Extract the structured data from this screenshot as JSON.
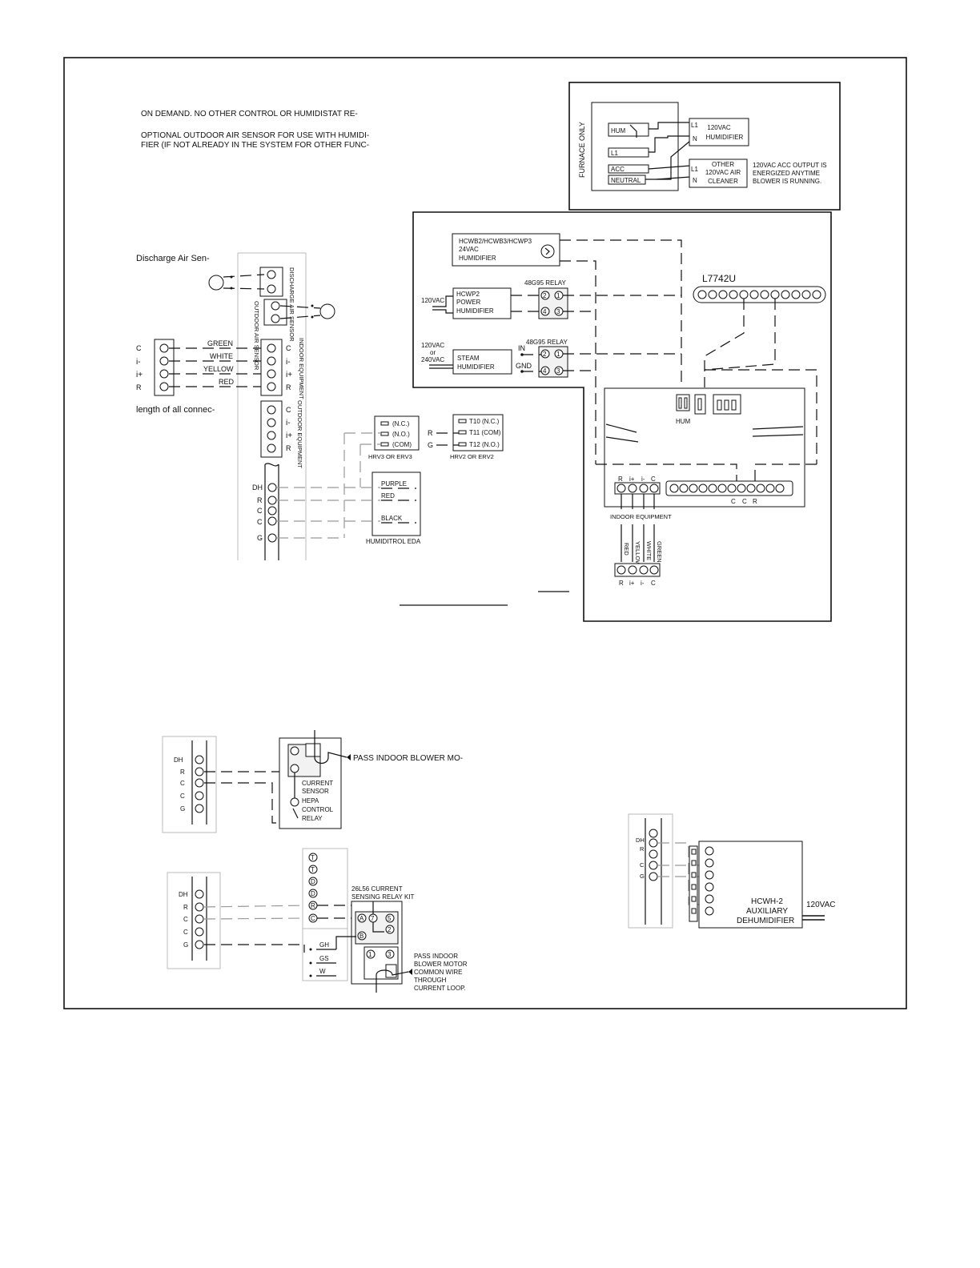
{
  "notes": {
    "line1": "ON DEMAND. NO OTHER CONTROL OR HUMIDISTAT RE-",
    "line2": "OPTIONAL OUTDOOR AIR SENSOR FOR USE WITH HUMIDI-",
    "line3": "FIER (IF NOT ALREADY IN THE SYSTEM FOR OTHER FUNC-",
    "discharge_air": "Discharge Air Sen-",
    "length_note": "length of all connec-"
  },
  "furnace_box": {
    "side_label": "FURNACE ONLY",
    "terms": [
      "HUM",
      "L1",
      "ACC",
      "NEUTRAL"
    ],
    "humidifier_l1": "L1",
    "humidifier_n": "N",
    "humidifier_line1": "120VAC",
    "humidifier_line2": "HUMIDIFIER",
    "cleaner_l1": "L1",
    "cleaner_n": "N",
    "cleaner_line1": "OTHER",
    "cleaner_line2": "120VAC AIR",
    "cleaner_line3": "CLEANER",
    "note_line1": "120VAC  ACC  OUTPUT IS",
    "note_line2": "ENERGIZED ANYTIME",
    "note_line3": "BLOWER IS RUNNING."
  },
  "hum_panel": {
    "hcwb_line1": "HCWB2/HCWB3/HCWP3",
    "hcwb_line2": "24VAC",
    "hcwb_line3": "HUMIDIFIER",
    "relay1": "48G95 RELAY",
    "relay2": "48G95 RELAY",
    "vac_power": "120VAC",
    "hcwp2_line1": "HCWP2",
    "hcwp2_line2": "POWER",
    "hcwp2_line3": "HUMIDIFIER",
    "steam_vac1": "120VAC",
    "steam_vac2": "or",
    "steam_vac3": "240VAC",
    "steam_line1": "STEAM",
    "steam_line2": "HUMIDIFIER",
    "in_label": "IN",
    "gnd_label": "GND",
    "relay_nums": [
      "2",
      "1",
      "4",
      "3"
    ],
    "model": "L7742U",
    "hum_label": "HUM",
    "board_terms": [
      "R",
      "i+",
      "i-",
      "C"
    ],
    "ccr": [
      "C",
      "C",
      "R"
    ],
    "indoor_equipment": "INDOOR  EQUIPMENT",
    "wire_colors": [
      "RED",
      "YELLOW",
      "WHITE",
      "GREEN"
    ],
    "bottom_terms": [
      "R",
      "i+",
      "i-",
      "C"
    ]
  },
  "sensor_panel": {
    "discharge_label": "DISCHARGE AIR SENSOR",
    "outdoor_label": "OUTDOOR AIR SENSOR",
    "indoor_equipment": "INDOOR EQUIPMENT",
    "outdoor_equipment": "OUTDOOR EQUIPMENT",
    "left_terms": [
      "C",
      "i-",
      "i+",
      "R"
    ],
    "wire_colors": [
      "GREEN",
      "WHITE",
      "YELLOW",
      "RED"
    ],
    "indoor_terms": [
      "C",
      "i-",
      "i+",
      "R"
    ],
    "outdoor_terms": [
      "C",
      "i-",
      "i+",
      "R"
    ],
    "lower_terms": [
      "DH",
      "R",
      "C",
      "C",
      "G"
    ]
  },
  "hrv": {
    "hrv3_terms": [
      "(N.C.)",
      "(N.O.)",
      "(COM)"
    ],
    "hrv3_label": "HRV3  OR  ERV3",
    "hrv2_terms": [
      "T10 (N.C.)",
      "T11 (COM)",
      "T12 (N.O.)"
    ],
    "hrv2_label": "HRV2  OR  ERV2",
    "r_label": "R",
    "g_label": "G"
  },
  "humiditrol": {
    "wires": [
      "PURPLE",
      "RED",
      "BLACK"
    ],
    "label": "HUMIDITROL   EDA"
  },
  "hepa": {
    "terms": [
      "DH",
      "R",
      "C",
      "C",
      "G"
    ],
    "sensor_line1": "CURRENT",
    "sensor_line2": "SENSOR",
    "relay_line1": "HEPA",
    "relay_line2": "CONTROL",
    "relay_line3": "RELAY",
    "pass_note": "PASS INDOOR BLOWER MO-"
  },
  "relay_kit": {
    "terms": [
      "DH",
      "R",
      "C",
      "C",
      "G"
    ],
    "strip_terms": [
      "T",
      "T",
      "D",
      "D",
      "R",
      "C"
    ],
    "lower_terms": [
      "GH",
      "GS",
      "W"
    ],
    "kit_line1": "26L56 CURRENT",
    "kit_line2": "SENSING RELAY KIT",
    "relay_nums": [
      "A",
      "7",
      "5",
      "B",
      "2",
      "1",
      "3"
    ],
    "pass_line1": "PASS INDOOR",
    "pass_line2": "BLOWER MOTOR",
    "pass_line3": "COMMON WIRE",
    "pass_line4": "THROUGH",
    "pass_line5": "CURRENT LOOP."
  },
  "dehumidifier": {
    "terms": [
      "DH",
      "R",
      "C",
      "G"
    ],
    "line1": "HCWH-2",
    "line2": "AUXILIARY",
    "line3": "DEHUMIDIFIER",
    "vac": "120VAC"
  }
}
